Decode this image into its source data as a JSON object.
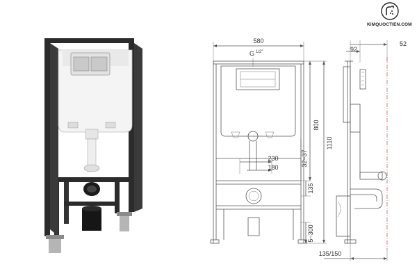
{
  "brand": {
    "name": "KIMQUOCTIEN.COM",
    "logo_icon": "kimquoctien-logo-icon"
  },
  "front_view": {
    "width_label": "580",
    "pipe_label": "G",
    "pipe_fraction": "1/2\"",
    "height_800": "800",
    "height_1110": "1110",
    "range_32_37": "32~37",
    "dim_230": "230",
    "dim_180": "180",
    "dim_135": "135",
    "dim_5_300": "5~300"
  },
  "side_view": {
    "dim_52": "52",
    "dim_92": "92",
    "dim_135_150": "135/150"
  },
  "colors": {
    "frame": "#2b2b2b",
    "tank": "#f4f4f4",
    "dimension_line": "#555555",
    "center_line": "#d23c3c"
  }
}
